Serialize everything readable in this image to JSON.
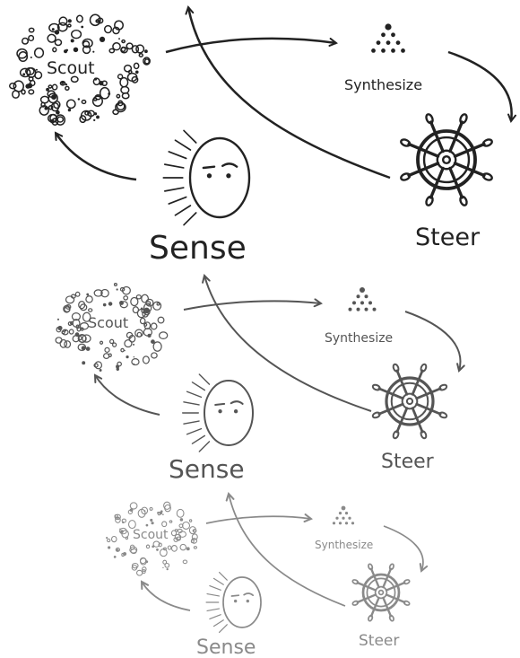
{
  "labels": {
    "scout": "Scout",
    "synthesize": "Synthesize",
    "steer": "Steer",
    "sense": "Sense"
  },
  "cycles": [
    {
      "tone": "#222222"
    },
    {
      "tone": "#555555"
    },
    {
      "tone": "#8a8a8a"
    }
  ],
  "icons": [
    "dot-cloud-icon",
    "dot-triangle-icon",
    "ship-wheel-icon",
    "face-icon"
  ]
}
